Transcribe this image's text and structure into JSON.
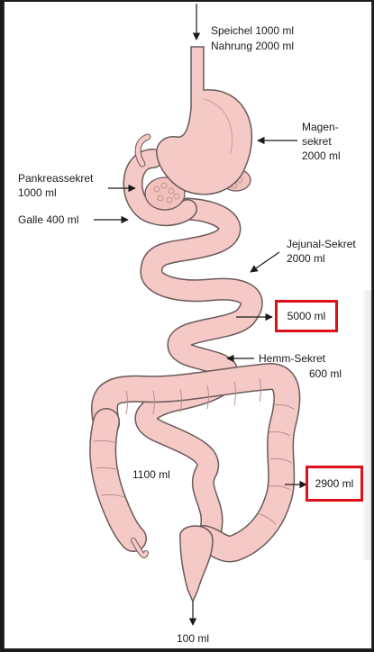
{
  "labels": {
    "speichel": "Speichel 1000 ml",
    "nahrung": "Nahrung 2000 ml",
    "magen_1": "Magen-",
    "magen_2": "sekret",
    "magen_3": "2000 ml",
    "pankreas_1": "Pankreassekret",
    "pankreas_2": "1000 ml",
    "galle": "Galle 400 ml",
    "jejunal_1": "Jejunal-Sekret",
    "jejunal_2": "2000 ml",
    "small_intestine_volume": "5000 ml",
    "hemm_1": "Hemm-Sekret",
    "hemm_2": "600 ml",
    "colon_inflow": "1100 ml",
    "colon_absorbed": "2900 ml",
    "stool": "100 ml"
  },
  "colors": {
    "organ_fill": "#f4c9c6",
    "organ_stroke": "#6b5a5a",
    "highlight_border": "#e0101a",
    "background": "#ffffff",
    "frame": "#1b1b1b"
  }
}
